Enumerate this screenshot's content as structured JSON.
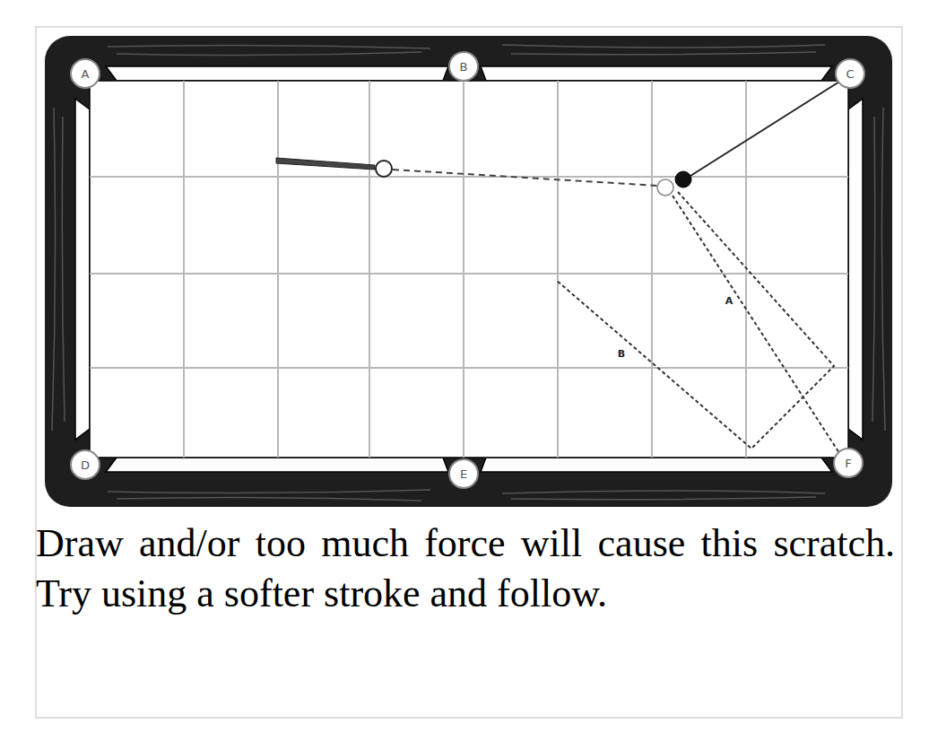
{
  "diagram": {
    "caption": "Draw and/or too much force will cause this scratch. Try using a softer stroke and follow.",
    "nodes": [
      {
        "text": [
          "A"
        ]
      },
      {
        "text": [
          "B"
        ]
      },
      {
        "text": [
          "C"
        ]
      },
      {
        "text": [
          "D"
        ]
      },
      {
        "text": [
          "E"
        ]
      },
      {
        "text": [
          "F"
        ]
      }
    ],
    "labels": [
      "A",
      "B"
    ]
  }
}
